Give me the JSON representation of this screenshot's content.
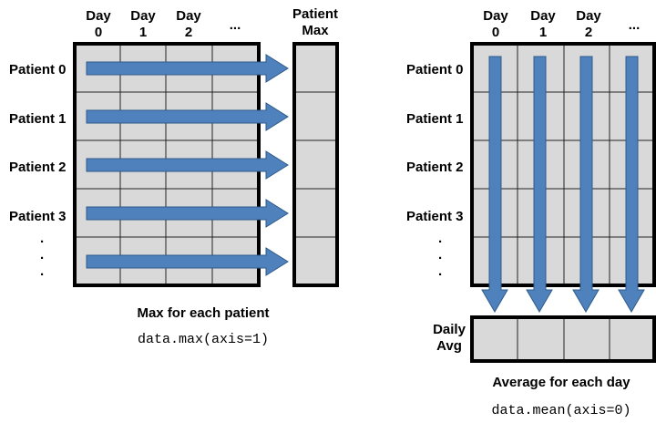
{
  "left_panel": {
    "day_headers": [
      {
        "line1": "Day",
        "line2": "0"
      },
      {
        "line1": "Day",
        "line2": "1"
      },
      {
        "line1": "Day",
        "line2": "2"
      },
      {
        "line1": "...",
        "line2": ""
      }
    ],
    "max_header": {
      "line1": "Patient",
      "line2": "Max"
    },
    "row_labels": [
      "Patient 0",
      "Patient 1",
      "Patient 2",
      "Patient 3",
      ".",
      ".",
      "."
    ],
    "caption": "Max for each patient",
    "code": "data.max(axis=1)"
  },
  "right_panel": {
    "day_headers": [
      {
        "line1": "Day",
        "line2": "0"
      },
      {
        "line1": "Day",
        "line2": "1"
      },
      {
        "line1": "Day",
        "line2": "2"
      },
      {
        "line1": "...",
        "line2": ""
      }
    ],
    "row_labels": [
      "Patient 0",
      "Patient 1",
      "Patient 2",
      "Patient 3",
      ".",
      ".",
      "."
    ],
    "avg_label": {
      "line1": "Daily",
      "line2": "Avg"
    },
    "caption": "Average for each day",
    "code": "data.mean(axis=0)"
  },
  "colors": {
    "cell_fill": "#d9d9d9",
    "arrow_fill": "#4f81bd",
    "frame": "#000000"
  },
  "icons": [
    "right-arrow-icon",
    "down-arrow-icon"
  ]
}
